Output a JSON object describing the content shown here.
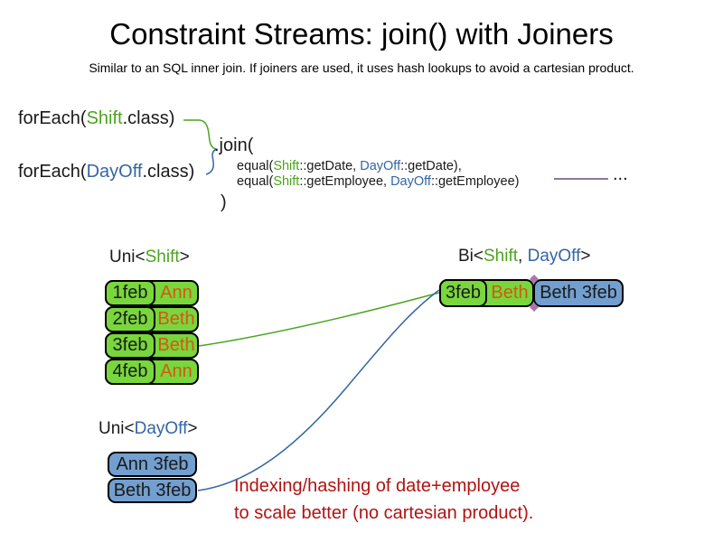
{
  "title": "Constraint Streams: join() with Joiners",
  "subtitle": "Similar to an SQL inner join. If joiners are used, it uses hash lookups to avoid a cartesian product.",
  "colors": {
    "ink": "#1a1a1a",
    "green": "#4ba41f",
    "blue": "#3465a4",
    "orange": "#d35913",
    "red": "#b01312",
    "purple": "#6b4a7b",
    "seam": "#a777ad",
    "box-green": "#79d63c",
    "box-blue": "#729fcf"
  },
  "code": {
    "foreach_shift": {
      "pre": "forEach(",
      "type": "Shift",
      "post": ".class)"
    },
    "foreach_dayoff": {
      "pre": "forEach(",
      "type": "DayOff",
      "post": ".class)"
    },
    "join_open": ".join(",
    "joiner1": {
      "pre": "equal(",
      "type1": "Shift",
      "mid": "::getDate, ",
      "type2": "DayOff",
      "post": "::getDate),"
    },
    "joiner2": {
      "pre": "equal(",
      "type1": "Shift",
      "mid": "::getEmployee, ",
      "type2": "DayOff",
      "post": "::getEmployee)"
    },
    "join_close": ")",
    "ellipsis": "..."
  },
  "uni_shift": {
    "label": {
      "pre": "Uni<",
      "type": "Shift",
      "post": ">"
    },
    "rows": [
      {
        "date": "1feb",
        "employee": "Ann"
      },
      {
        "date": "2feb",
        "employee": "Beth"
      },
      {
        "date": "3feb",
        "employee": "Beth"
      },
      {
        "date": "4feb",
        "employee": "Ann"
      }
    ]
  },
  "uni_dayoff": {
    "label": {
      "pre": "Uni<",
      "type": "DayOff",
      "post": ">"
    },
    "rows": [
      {
        "value": "Ann 3feb"
      },
      {
        "value": "Beth 3feb"
      }
    ]
  },
  "bi": {
    "label": {
      "pre": "Bi<",
      "type1": "Shift",
      "sep": ", ",
      "type2": "DayOff",
      "post": ">"
    },
    "row": {
      "shift_date": "3feb",
      "shift_employee": "Beth",
      "dayoff": "Beth 3feb"
    }
  },
  "note": {
    "line1": "Indexing/hashing of date+employee",
    "line2": "to scale better (no cartesian product)."
  }
}
